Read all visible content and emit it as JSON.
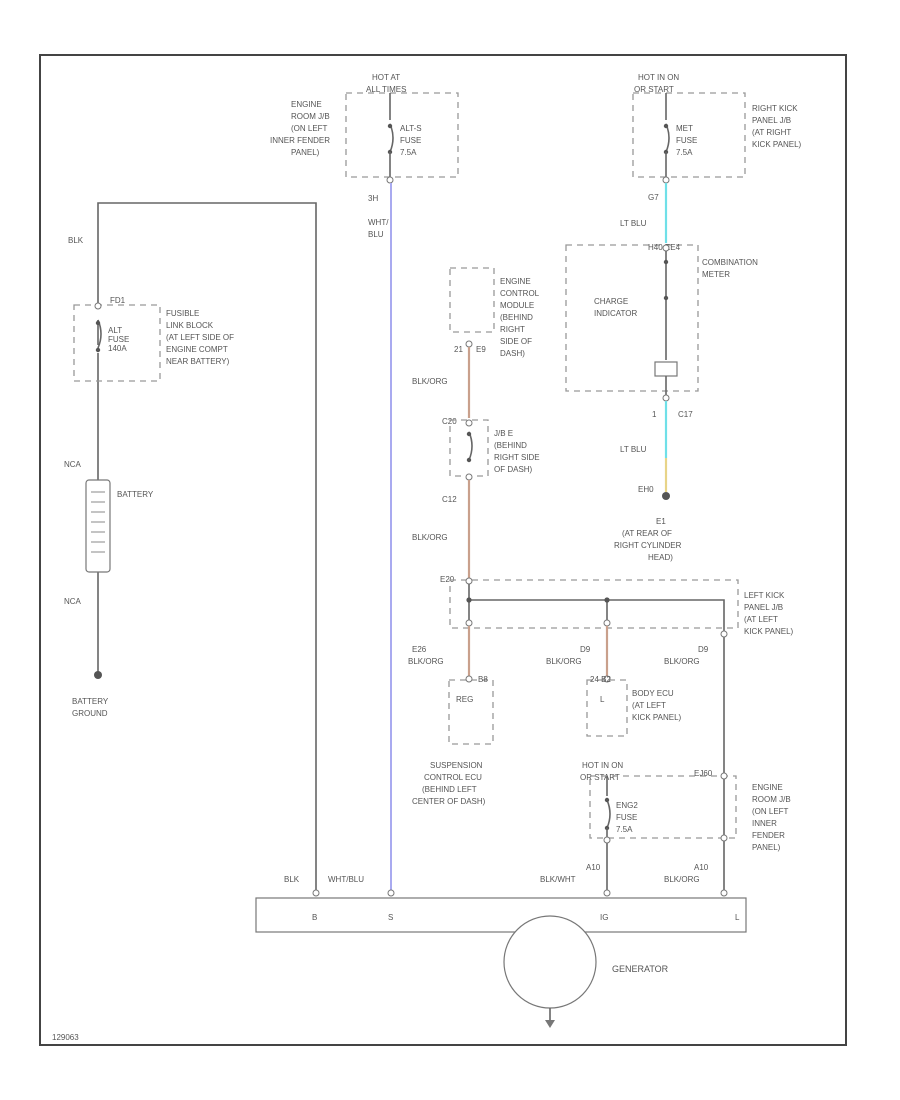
{
  "colors": {
    "wht_blu": "#a9aaf0",
    "lt_blu": "#6fe0e8",
    "blk_org": "#c9a08c",
    "lt_blu_yel": "#e8d488",
    "wire": "#666666",
    "background": "#ffffff"
  },
  "alt_fuse_block": {
    "hot_label": "HOT AT",
    "hot_sub": "ALL TIMES",
    "location": [
      "ENGINE",
      "ROOM J/B",
      "(ON LEFT",
      "INNER FENDER",
      "PANEL)"
    ],
    "fuse": [
      "ALT-S",
      "FUSE",
      "7.5A"
    ],
    "pin": "3H",
    "wire": [
      "WHT/",
      "BLU"
    ]
  },
  "met_fuse_block": {
    "hot_label": "HOT IN ON",
    "hot_sub": "OR START",
    "location": [
      "RIGHT KICK",
      "PANEL J/B",
      "(AT RIGHT",
      "KICK PANEL)"
    ],
    "fuse": [
      "MET",
      "FUSE",
      "7.5A"
    ],
    "pin": "G7",
    "wire": "LT BLU"
  },
  "left_branch": {
    "wire_top": "BLK",
    "fusible_pin": "FD1",
    "fuse": [
      "ALT",
      "FUSE",
      "140A"
    ],
    "fusible_location": [
      "FUSIBLE",
      "LINK BLOCK",
      "(AT LEFT SIDE OF",
      "ENGINE COMPT",
      "NEAR BATTERY)"
    ],
    "battery_pos": "NCA",
    "battery_label": "BATTERY",
    "battery_neg": "NCA",
    "ground": [
      "BATTERY",
      "GROUND"
    ]
  },
  "ecm": {
    "label": [
      "ENGINE",
      "CONTROL",
      "MODULE",
      "(BEHIND",
      "RIGHT",
      "SIDE OF",
      "DASH)"
    ],
    "pins": [
      "21",
      "E9"
    ],
    "wire": "BLK/ORG"
  },
  "jb_e": {
    "pin_top": "C20",
    "label": [
      "J/B E",
      "(BEHIND",
      "RIGHT SIDE",
      "OF DASH)"
    ],
    "pin_bottom": "C12",
    "wire": "BLK/ORG"
  },
  "meter": {
    "pin_top": "H40  EE4",
    "label": [
      "COMBINATION",
      "METER"
    ],
    "indicator": [
      "CHARGE",
      "INDICATOR"
    ],
    "pin_bottom_left": "1",
    "pin_bottom_right": "C17",
    "wire": "LT BLU",
    "ground_pin": "EH0",
    "ground": [
      "E1",
      "(AT REAR OF",
      "RIGHT CYLINDER",
      "HEAD)"
    ]
  },
  "kick_jb": {
    "pin": "E20",
    "label": [
      "LEFT KICK",
      "PANEL J/B",
      "(AT LEFT",
      "KICK PANEL)"
    ],
    "pins": [
      "E26",
      "D9",
      "D9"
    ],
    "wires": [
      "BLK/ORG",
      "BLK/ORG",
      "BLK/ORG"
    ]
  },
  "suspension": {
    "pin": "B8",
    "label": "REG",
    "name": [
      "SUSPENSION",
      "CONTROL ECU",
      "(BEHIND LEFT",
      "CENTER OF DASH)"
    ]
  },
  "body_ecu": {
    "pins": "24   B2",
    "label": "L",
    "name": [
      "BODY ECU",
      "(AT LEFT",
      "KICK PANEL)"
    ]
  },
  "ign_block": {
    "hot_label": "HOT IN ON",
    "hot_sub": "OR START",
    "pin_right": "EJ60",
    "fuse": [
      "ENG2",
      "FUSE",
      "7.5A"
    ],
    "location": [
      "ENGINE",
      "ROOM J/B",
      "(ON LEFT",
      "INNER",
      "FENDER",
      "PANEL)"
    ]
  },
  "generator": {
    "label": "GENERATOR",
    "wire_labels": [
      "BLK",
      "WHT/BLU",
      "BLK/WHT",
      "BLK/ORG"
    ],
    "pin_labels": [
      "A10",
      "A10"
    ],
    "terminals": [
      "B",
      "S",
      "IG",
      "L"
    ]
  },
  "footer": "129063"
}
